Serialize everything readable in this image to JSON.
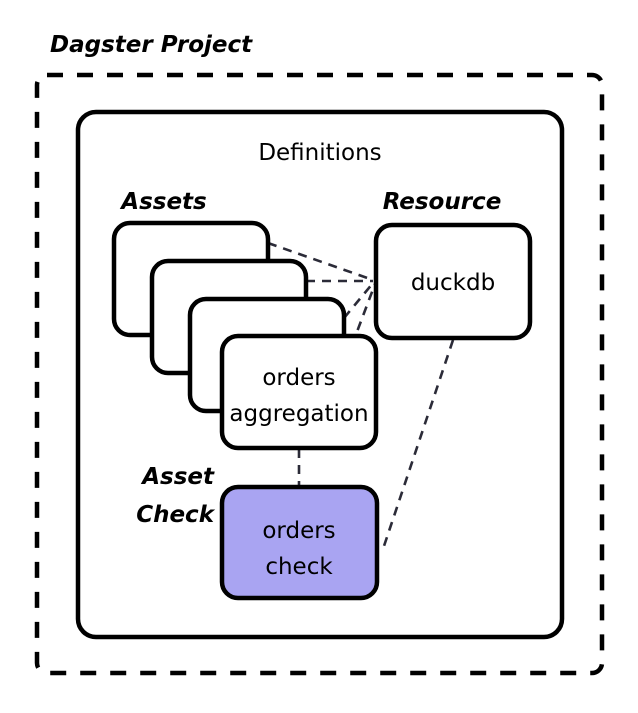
{
  "diagram": {
    "title": "Dagster Project",
    "outer_container": {
      "label": "Dagster Project",
      "style": "dashed"
    },
    "inner_container": {
      "label": "Definitions",
      "style": "solid"
    },
    "groups": [
      {
        "id": "assets",
        "label": "Assets"
      },
      {
        "id": "resource",
        "label": "Resource"
      },
      {
        "id": "asset-check",
        "label_line1": "Asset",
        "label_line2": "Check"
      }
    ],
    "nodes": {
      "asset_stack": {
        "label": "Assets",
        "count": 4,
        "front_label_line1": "orders",
        "front_label_line2": "aggregation",
        "fill": "#ffffff",
        "stroke": "#000000"
      },
      "resource": {
        "label": "duckdb",
        "group_label": "Resource",
        "fill": "#ffffff",
        "stroke": "#000000"
      },
      "asset_check": {
        "label_line1": "orders",
        "label_line2": "check",
        "group_label_line1": "Asset",
        "group_label_line2": "Check",
        "fill": "#a9a4f2",
        "stroke": "#000000"
      }
    },
    "edges": [
      {
        "from": "asset-1",
        "to": "duckdb",
        "style": "dashed"
      },
      {
        "from": "asset-2",
        "to": "duckdb",
        "style": "dashed"
      },
      {
        "from": "asset-3",
        "to": "duckdb",
        "style": "dashed"
      },
      {
        "from": "orders-aggregation",
        "to": "duckdb",
        "style": "dashed"
      },
      {
        "from": "orders-aggregation",
        "to": "orders-check",
        "style": "dashed"
      },
      {
        "from": "duckdb",
        "to": "orders-check",
        "style": "dashed"
      }
    ],
    "colors": {
      "background": "#ffffff",
      "stroke": "#000000",
      "edge": "#2b2b38",
      "check_fill": "#a9a4f2"
    }
  }
}
